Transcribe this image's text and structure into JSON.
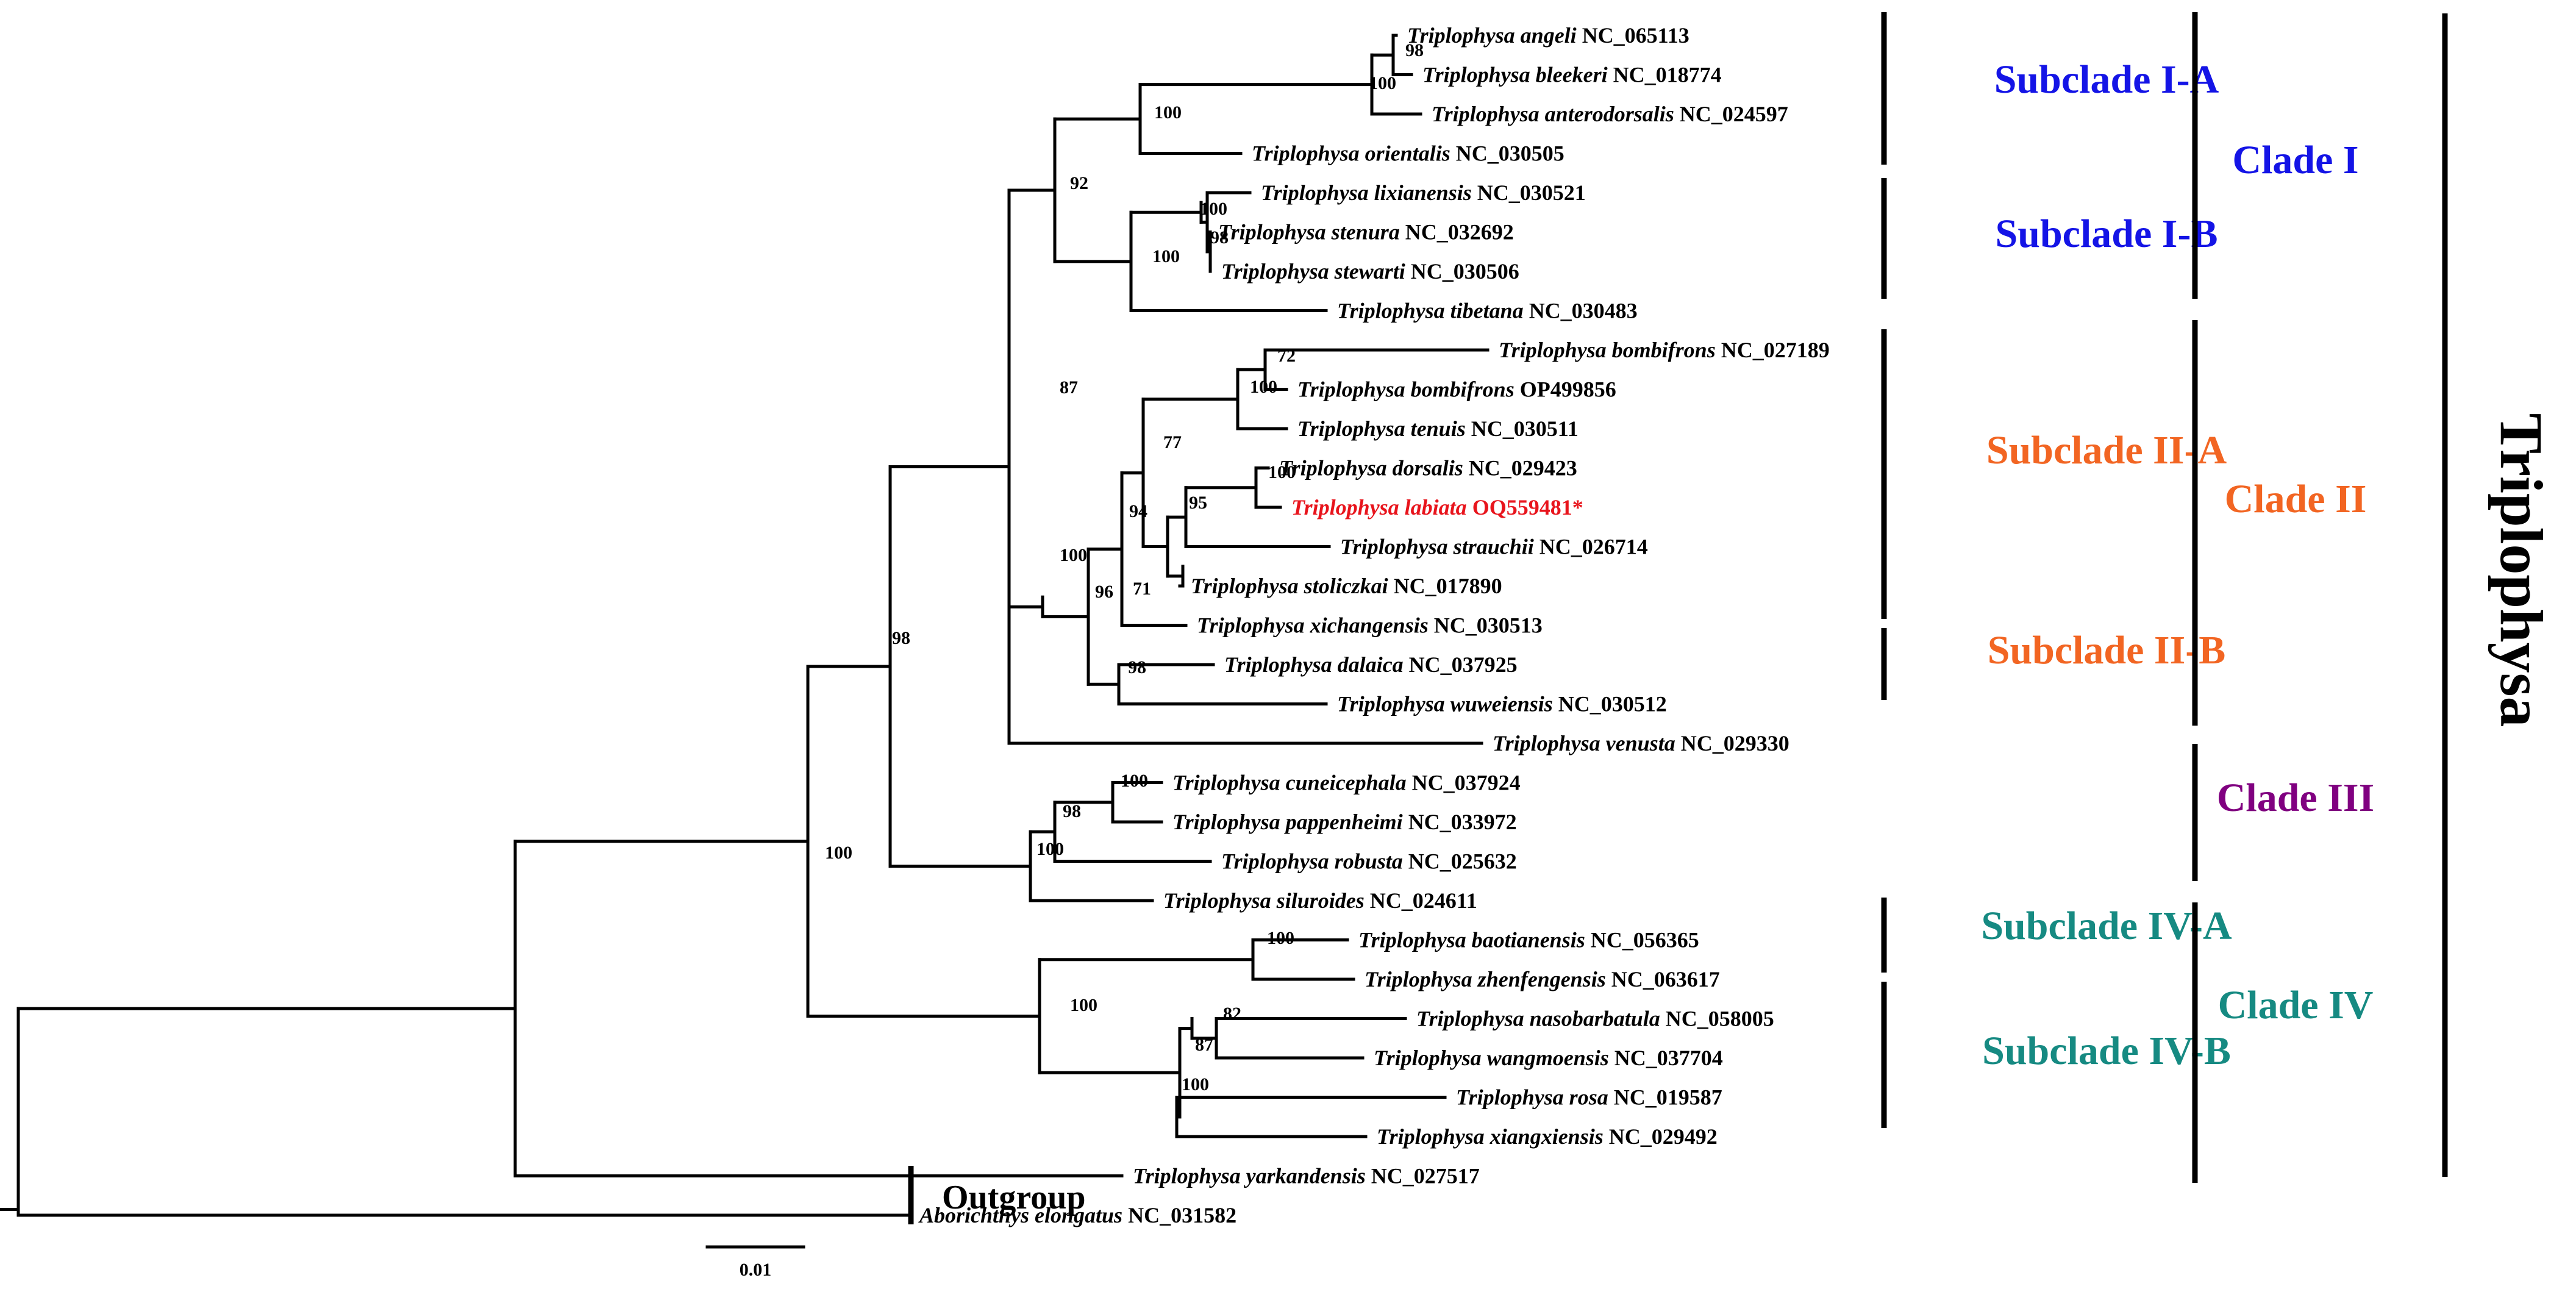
{
  "colors": {
    "clade_I": "#1414e6",
    "clade_II": "#f26522",
    "clade_III": "#800080",
    "clade_IV": "#168a82",
    "highlight": "#e8141c"
  },
  "taxa": [
    {
      "genus": "Triplophysa",
      "species": "angeli",
      "acc": "NC_065113"
    },
    {
      "genus": "Triplophysa",
      "species": "bleekeri",
      "acc": "NC_018774"
    },
    {
      "genus": "Triplophysa",
      "species": "anterodorsalis",
      "acc": "NC_024597"
    },
    {
      "genus": "Triplophysa",
      "species": "orientalis",
      "acc": "NC_030505"
    },
    {
      "genus": "Triplophysa",
      "species": "lixianensis",
      "acc": "NC_030521"
    },
    {
      "genus": "Triplophysa",
      "species": "stenura",
      "acc": "NC_032692"
    },
    {
      "genus": "Triplophysa",
      "species": "stewarti",
      "acc": "NC_030506"
    },
    {
      "genus": "Triplophysa",
      "species": "tibetana",
      "acc": "NC_030483"
    },
    {
      "genus": "Triplophysa",
      "species": "bombifrons",
      "acc": "NC_027189"
    },
    {
      "genus": "Triplophysa",
      "species": "bombifrons",
      "acc": "OP499856"
    },
    {
      "genus": "Triplophysa",
      "species": "tenuis",
      "acc": "NC_030511"
    },
    {
      "genus": "Triplophysa",
      "species": "dorsalis",
      "acc": "NC_029423"
    },
    {
      "genus": "Triplophysa",
      "species": "labiata",
      "acc": "OQ559481*",
      "highlight": true
    },
    {
      "genus": "Triplophysa",
      "species": "strauchii",
      "acc": "NC_026714"
    },
    {
      "genus": "Triplophysa",
      "species": "stoliczkai",
      "acc": "NC_017890"
    },
    {
      "genus": "Triplophysa",
      "species": "xichangensis",
      "acc": "NC_030513"
    },
    {
      "genus": "Triplophysa",
      "species": "dalaica",
      "acc": "NC_037925"
    },
    {
      "genus": "Triplophysa",
      "species": "wuweiensis",
      "acc": "NC_030512"
    },
    {
      "genus": "Triplophysa",
      "species": "venusta",
      "acc": "NC_029330"
    },
    {
      "genus": "Triplophysa",
      "species": "cuneicephala",
      "acc": "NC_037924"
    },
    {
      "genus": "Triplophysa",
      "species": "pappenheimi",
      "acc": "NC_033972"
    },
    {
      "genus": "Triplophysa",
      "species": "robusta",
      "acc": "NC_025632"
    },
    {
      "genus": "Triplophysa",
      "species": "siluroides",
      "acc": "NC_024611"
    },
    {
      "genus": "Triplophysa",
      "species": "baotianensis",
      "acc": "NC_056365"
    },
    {
      "genus": "Triplophysa",
      "species": "zhenfengensis",
      "acc": "NC_063617"
    },
    {
      "genus": "Triplophysa",
      "species": "nasobarbatula",
      "acc": "NC_058005"
    },
    {
      "genus": "Triplophysa",
      "species": "wangmoensis",
      "acc": "NC_037704"
    },
    {
      "genus": "Triplophysa",
      "species": "rosa",
      "acc": "NC_019587"
    },
    {
      "genus": "Triplophysa",
      "species": "xiangxiensis",
      "acc": "NC_029492"
    },
    {
      "genus": "Triplophysa",
      "species": "yarkandensis",
      "acc": "NC_027517"
    },
    {
      "genus": "Aborichthys",
      "species": "elongatus",
      "acc": "NC_031582"
    }
  ],
  "bootstrap": [
    "98",
    "100",
    "100",
    "92",
    "100",
    "98",
    "100",
    "87",
    "72",
    "100",
    "77",
    "95",
    "100",
    "94",
    "71",
    "96",
    "98",
    "100",
    "98",
    "100",
    "98",
    "100",
    "100",
    "100",
    "82",
    "87",
    "100",
    "100"
  ],
  "subclades": [
    {
      "label": "Subclade I-A",
      "color_key": "clade_I"
    },
    {
      "label": "Subclade I-B",
      "color_key": "clade_I"
    },
    {
      "label": "Subclade II-A",
      "color_key": "clade_II"
    },
    {
      "label": "Subclade II-B",
      "color_key": "clade_II"
    },
    {
      "label": "Subclade  IV-A",
      "color_key": "clade_IV"
    },
    {
      "label": "Subclade IV-B",
      "color_key": "clade_IV"
    }
  ],
  "clades": [
    {
      "label": "Clade I",
      "color_key": "clade_I"
    },
    {
      "label": "Clade II",
      "color_key": "clade_II"
    },
    {
      "label": "Clade III",
      "color_key": "clade_III"
    },
    {
      "label": "Clade IV",
      "color_key": "clade_IV"
    }
  ],
  "genus_label": "Triplophysa",
  "outgroup_label": "Outgroup",
  "scale_label": "0.01"
}
